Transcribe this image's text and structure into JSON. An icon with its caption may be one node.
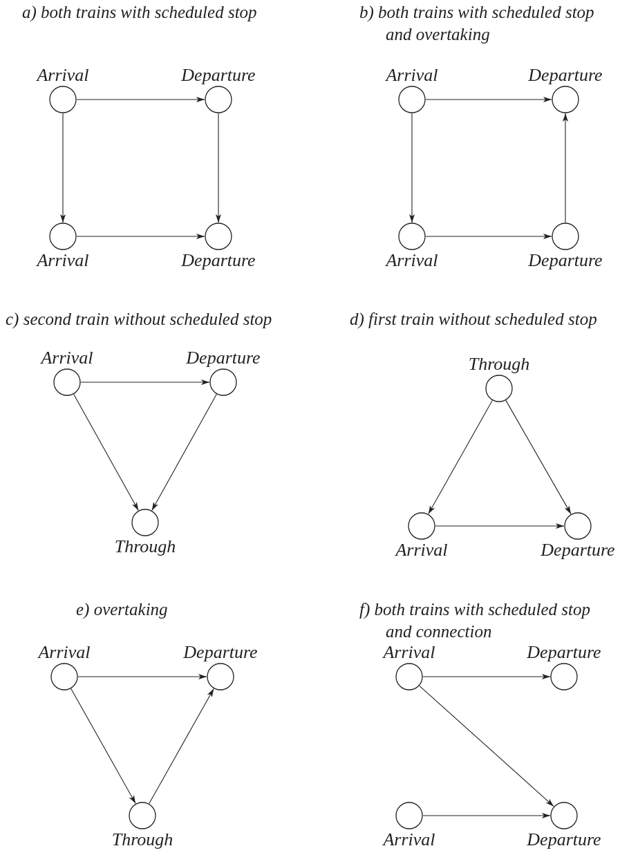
{
  "diagram": {
    "nodes": [
      {
        "text": [
          "Arrival"
        ]
      },
      {
        "text": [
          "Departure"
        ]
      },
      {
        "text": [
          "Arrival"
        ]
      },
      {
        "text": [
          "Departure"
        ]
      },
      {
        "text": [
          "Arrival"
        ]
      },
      {
        "text": [
          "Departure"
        ]
      },
      {
        "text": [
          "Arrival"
        ]
      },
      {
        "text": [
          "Departure"
        ]
      },
      {
        "text": [
          "Arrival"
        ]
      },
      {
        "text": [
          "Departure"
        ]
      },
      {
        "text": [
          "Through"
        ]
      },
      {
        "text": [
          "Through"
        ]
      },
      {
        "text": [
          "Arrival"
        ]
      },
      {
        "text": [
          "Departure"
        ]
      },
      {
        "text": [
          "Arrival"
        ]
      },
      {
        "text": [
          "Departure"
        ]
      },
      {
        "text": [
          "Through"
        ]
      },
      {
        "text": [
          "Arrival"
        ]
      },
      {
        "text": [
          "Departure"
        ]
      },
      {
        "text": [
          "Arrival"
        ]
      },
      {
        "text": [
          "Departure"
        ]
      }
    ],
    "edges": [
      {
        "from": 0,
        "to": 1,
        "arrow": "to"
      },
      {
        "from": 0,
        "to": 2,
        "arrow": "to"
      },
      {
        "from": 1,
        "to": 3,
        "arrow": "to"
      },
      {
        "from": 2,
        "to": 3,
        "arrow": "to"
      },
      {
        "from": 4,
        "to": 5,
        "arrow": "to"
      },
      {
        "from": 4,
        "to": 6,
        "arrow": "to"
      },
      {
        "from": 6,
        "to": 7,
        "arrow": "to"
      },
      {
        "from": 7,
        "to": 5,
        "arrow": "to"
      },
      {
        "from": 8,
        "to": 9,
        "arrow": "to"
      },
      {
        "from": 8,
        "to": 10,
        "arrow": "to"
      },
      {
        "from": 9,
        "to": 10,
        "arrow": "to"
      },
      {
        "from": 11,
        "to": 12,
        "arrow": "to"
      },
      {
        "from": 11,
        "to": 13,
        "arrow": "to"
      },
      {
        "from": 12,
        "to": 13,
        "arrow": "to"
      },
      {
        "from": 14,
        "to": 15,
        "arrow": "to"
      },
      {
        "from": 14,
        "to": 16,
        "arrow": "to"
      },
      {
        "from": 16,
        "to": 15,
        "arrow": "to"
      },
      {
        "from": 17,
        "to": 18,
        "arrow": "to"
      },
      {
        "from": 17,
        "to": 20,
        "arrow": "to"
      },
      {
        "from": 19,
        "to": 20,
        "arrow": "to"
      }
    ],
    "labels": [
      "a) both trains with scheduled stop",
      "b) both trains with scheduled stop and overtaking",
      "c) second train without scheduled stop",
      "d) first train without scheduled stop",
      "e) overtaking",
      "f) both trains with scheduled stop and connection"
    ]
  }
}
